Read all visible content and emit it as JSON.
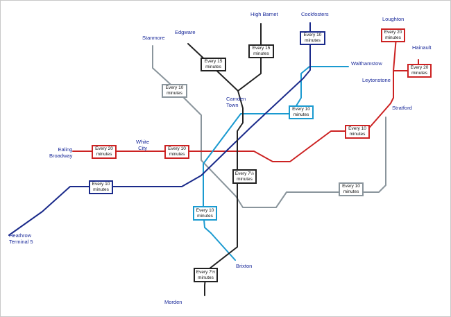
{
  "lines": {
    "red": {
      "color": "#cc2222"
    },
    "blue_light": {
      "color": "#1a9ad0"
    },
    "blue_dark": {
      "color": "#1a2a8a"
    },
    "black": {
      "color": "#222222"
    },
    "grey": {
      "color": "#8a959c"
    }
  },
  "stations": {
    "stanmore": "Stanmore",
    "edgware": "Edgware",
    "high_barnet": "High Barnet",
    "cockfosters": "Cockfosters",
    "loughton": "Loughton",
    "hainault": "Hainault",
    "walthamstow": "Walthamstow",
    "leytonstone": "Leytonstone",
    "camden_line1": "Camden",
    "camden_line2": "Town",
    "stratford": "Stratford",
    "white_city_line1": "White",
    "white_city_line2": "City",
    "ealing_line1": "Ealing",
    "ealing_line2": "Broadway",
    "heathrow_line1": "Heathrow",
    "heathrow_line2": "Terminal 5",
    "brixton": "Brixton",
    "morden": "Morden"
  },
  "frequencies": {
    "cockfosters": [
      "Every 10",
      "minutes"
    ],
    "high_barnet": [
      "Every 15",
      "minutes"
    ],
    "edgware": [
      "Every 15",
      "minutes"
    ],
    "stanmore": [
      "Every 10",
      "minutes"
    ],
    "loughton": [
      "Every 20",
      "minutes"
    ],
    "hainault": [
      "Every 20",
      "minutes"
    ],
    "walthamstow": [
      "Every 10",
      "minutes"
    ],
    "central_east": [
      "Every 10",
      "minutes"
    ],
    "ealing": [
      "Every 20",
      "minutes"
    ],
    "white_city": [
      "Every 10",
      "minutes"
    ],
    "heathrow": [
      "Every 10",
      "minutes"
    ],
    "northern_south": [
      "Every 7½",
      "minutes"
    ],
    "victoria_south": [
      "Every 10",
      "minutes"
    ],
    "jubilee_east": [
      "Every 10",
      "minutes"
    ],
    "morden": [
      "Every 7½",
      "minutes"
    ]
  }
}
